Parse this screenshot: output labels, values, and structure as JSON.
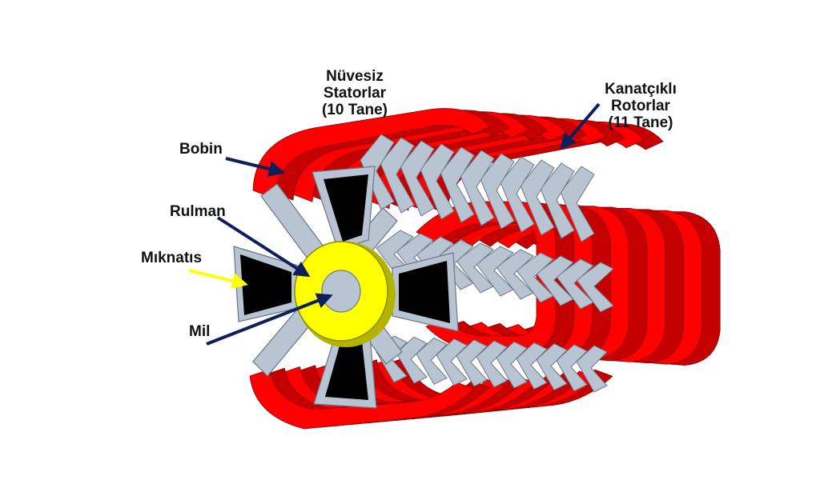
{
  "labels": {
    "stator_line1": "Nüvesiz",
    "stator_line2": "Statorlar",
    "stator_line3": "(10 Tane)",
    "rotor_line1": "Kanatçıklı",
    "rotor_line2": "Rotorlar",
    "rotor_line3": "(11 Tane)",
    "bobin": "Bobin",
    "rulman": "Rulman",
    "miknatis": "Mıknatıs",
    "mil": "Mil"
  },
  "components": {
    "stator_count": 10,
    "rotor_count": 11
  },
  "colors": {
    "coil": "#ff0000",
    "coil_shadow": "#c40000",
    "blade": "#b9c4d3",
    "blade_edge": "#6b7786",
    "magnet": "#000000",
    "bearing": "#ffff00",
    "bearing_edge": "#8c8c00",
    "shaft": "#b9c4d3",
    "arrow": "#0c1f5a",
    "magnet_arrow": "#ffff00"
  }
}
